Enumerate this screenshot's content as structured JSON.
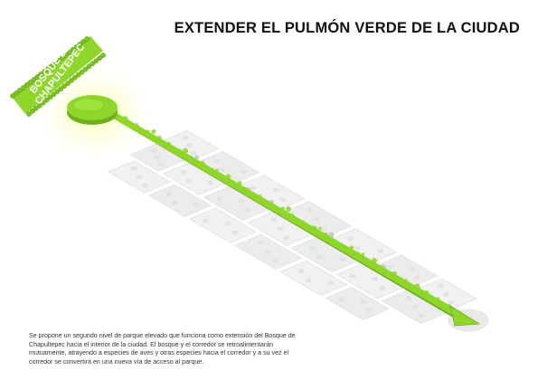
{
  "title": "EXTENDER EL PULMÓN VERDE DE LA CIUDAD",
  "park_label": {
    "line1": "BOSQUE DE",
    "line2": "CHAPULTEPEC"
  },
  "caption": "Se propone un segundo nivel de parque elevado que funciona como extensión del Bosque de Chapultepec hacia el interior de la ciudad. El bosque y el corredor se retroalimentarán mutuamente, atrayendo a especies de aves y otras especies hacia el corredor y a su vez el corredor se convertirá en una nueva vía de acceso al parque.",
  "colors": {
    "green": "#8fd62a",
    "green_dark": "#6fae1c",
    "glow": "#fbffb0",
    "blocks": "#ececec",
    "block_edge": "#dcdcdc"
  }
}
